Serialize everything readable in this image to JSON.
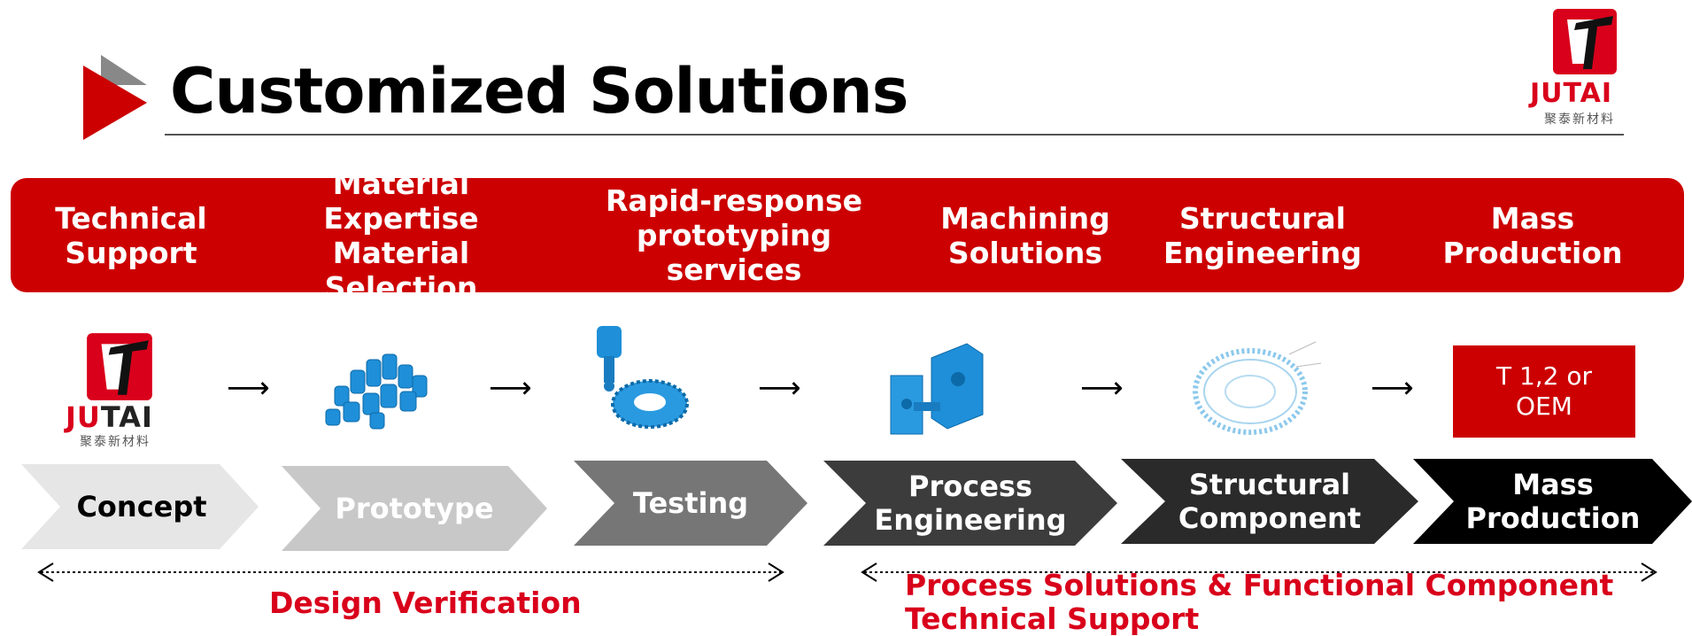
{
  "header": {
    "title": "Customized Solutions",
    "logo": {
      "brand_red": "JU",
      "brand_dark": "TAI",
      "subtitle": "聚泰新材料"
    }
  },
  "service_band": {
    "items": [
      {
        "label": "Technical\nSupport"
      },
      {
        "label": "Material Expertise\nMaterial Selection"
      },
      {
        "label": "Rapid-response\nprototyping services"
      },
      {
        "label": "Machining\nSolutions"
      },
      {
        "label": "Structural\nEngineering"
      },
      {
        "label": "Mass Production"
      }
    ]
  },
  "illustrations": {
    "icons": [
      "jutai-logo-icon",
      "cylinder-cluster-icon",
      "milling-gear-icon",
      "machined-part-icon",
      "wireframe-gear-icon"
    ],
    "oem_box": "T 1,2 or\nOEM"
  },
  "stages": [
    {
      "label": "Concept"
    },
    {
      "label": "Prototype"
    },
    {
      "label": "Testing"
    },
    {
      "label": "Process\nEngineering"
    },
    {
      "label": "Structural\nComponent"
    },
    {
      "label": "Mass\nProduction"
    }
  ],
  "phases": {
    "design_verification": "Design Verification",
    "process_solutions": "Process Solutions & Functional Component\nTechnical Support"
  },
  "colors": {
    "accent_red": "#cc0000",
    "text_red": "#d9001b",
    "icon_blue": "#1e8fd8",
    "stage_fills": [
      "#e6e6e6",
      "#c8c8c8",
      "#767676",
      "#3c3c3c",
      "#2a2a2a",
      "#000000"
    ]
  }
}
